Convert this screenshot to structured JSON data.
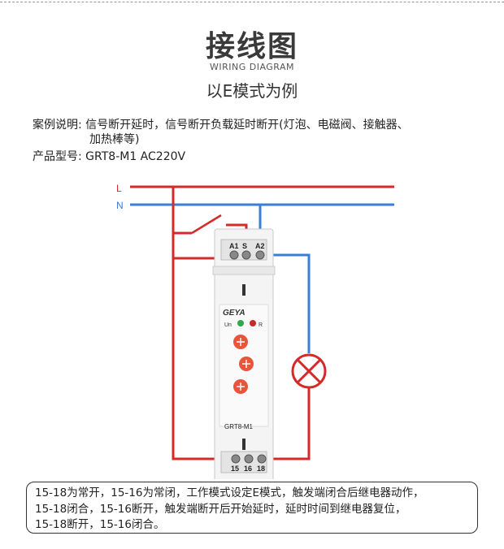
{
  "header": {
    "title": "接线图",
    "subtitle": "WIRING DIAGRAM",
    "mode": "以E模式为例"
  },
  "info": {
    "case_label": "案例说明:",
    "case_text_1": "信号断开延时，信号断开负载延时断开(灯泡、电磁阀、接触器、",
    "case_text_2": "加热棒等)",
    "model_label": "产品型号:",
    "model_value": "GRT8-M1 AC220V"
  },
  "diagram": {
    "line_l": "L",
    "line_n": "N",
    "terminal_a1": "A1",
    "terminal_s": "S",
    "terminal_a2": "A2",
    "brand": "GEYA",
    "led_un": "Un",
    "led_r": "R",
    "device_model": "GRT8-M1",
    "terminal_15": "15",
    "terminal_16": "16",
    "terminal_18": "18",
    "colors": {
      "live": "#d42a2a",
      "neutral": "#3a7fd5",
      "knob": "#e8553b"
    }
  },
  "note": {
    "line_1": "15-18为常开，15-16为常闭，工作模式设定E模式，触发端闭合后继电器动作，",
    "line_2": "15-18闭合，15-16断开，触发端断开后开始延时，延时时间到继电器复位，",
    "line_3": "15-18断开，15-16闭合。"
  }
}
